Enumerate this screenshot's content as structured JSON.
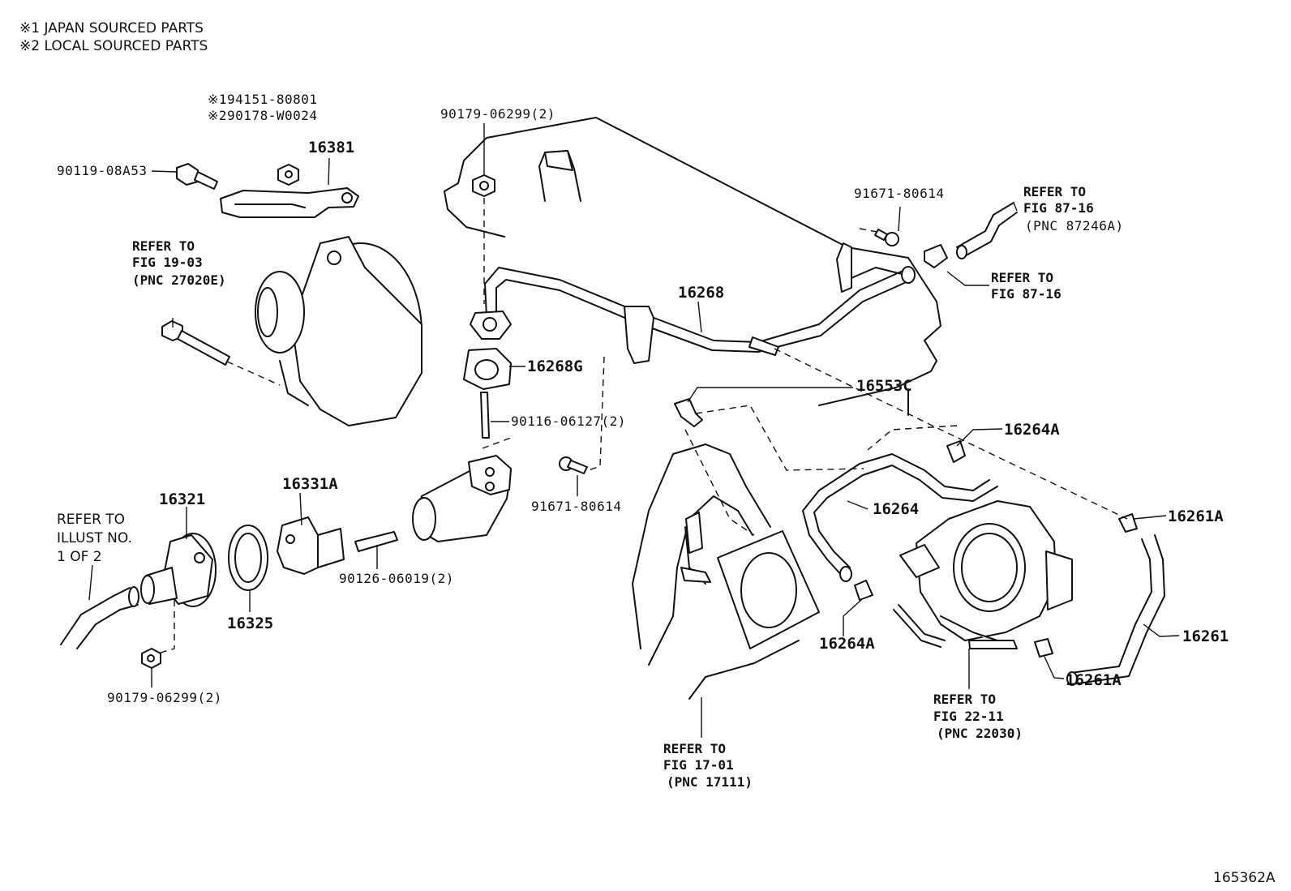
{
  "notes": {
    "japan": "※1 JAPAN SOURCED PARTS",
    "local": "※2 LOCAL SOURCED PARTS"
  },
  "parts": {
    "p_194151": "※194151-80801",
    "p_290178": "※290178-W0024",
    "p_16381": "16381",
    "p_90119": "90119-08A53",
    "p_90179_top": "90179-06299(2)",
    "p_91671_top": "91671-80614",
    "p_16268": "16268",
    "p_16268G": "16268G",
    "p_16553C": "16553C",
    "p_90116": "90116-06127(2)",
    "p_91671_mid": "91671-80614",
    "p_16264A_top": "16264A",
    "p_16264": "16264",
    "p_16261A_top": "16261A",
    "p_16261": "16261",
    "p_16264A_bot": "16264A",
    "p_16261A_bot": "16261A",
    "p_16321": "16321",
    "p_16331A": "16331A",
    "p_16325": "16325",
    "p_90126": "90126-06019(2)",
    "p_90179_bot": "90179-06299(2)"
  },
  "refs": {
    "r_87246": [
      "REFER TO",
      "FIG 87-16",
      "(PNC 87246A)"
    ],
    "r_8716": [
      "REFER TO",
      "FIG 87-16"
    ],
    "r_1903": [
      "REFER TO",
      "FIG 19-03",
      "(PNC 27020E)"
    ],
    "r_illust": [
      "REFER TO",
      "ILLUST NO.",
      "1 OF 2"
    ],
    "r_2211": [
      "REFER TO",
      "FIG 22-11",
      "(PNC 22030)"
    ],
    "r_1701": [
      "REFER TO",
      "FIG 17-01",
      "(PNC 17111)"
    ]
  },
  "figure_id": "165362A"
}
